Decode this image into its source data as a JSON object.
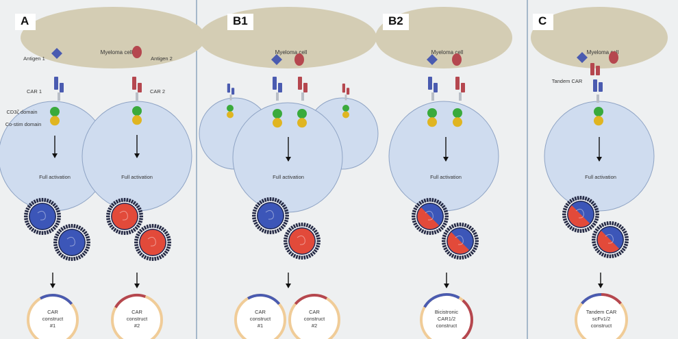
{
  "colors": {
    "background": "#eef0f1",
    "myeloma": "#d4cdb4",
    "tcell": "#cfdcef",
    "tcell_stroke": "#8ea3c4",
    "blue": "#4a5bb0",
    "red": "#b5474f",
    "green": "#3aaa3c",
    "yellow": "#e0b521",
    "plasmid_ring": "#f0cc98",
    "divider": "#7e9ab6"
  },
  "panels": {
    "a": {
      "letter": "A",
      "myeloma_label": "Myeloma cell",
      "antigen1_label": "Antigen 1",
      "antigen2_label": "Antigen 2",
      "car1_label": "CAR 1",
      "car2_label": "CAR 2",
      "cd3_label": "CD3ζ domain",
      "costim_label": "Co-stim  domain",
      "activation_left": "Full activation",
      "activation_right": "Full activation",
      "construct_left": [
        "CAR",
        "construct",
        "#1"
      ],
      "construct_right": [
        "CAR",
        "construct",
        "#2"
      ]
    },
    "b1": {
      "letter": "B1",
      "myeloma_label": "Myeloma cell",
      "activation": "Full activation",
      "construct_left": [
        "CAR",
        "construct",
        "#1"
      ],
      "construct_right": [
        "CAR",
        "construct",
        "#2"
      ]
    },
    "b2": {
      "letter": "B2",
      "myeloma_label": "Myeloma cell",
      "activation": "Full activation",
      "construct": [
        "Bicistronic",
        "CAR1/2",
        "construct"
      ]
    },
    "c": {
      "letter": "C",
      "myeloma_label": "Myeloma cell",
      "tandem_label": "Tandem CAR",
      "activation": "Full activation",
      "construct": [
        "Tandem CAR",
        "scFv1/2",
        "construct"
      ]
    }
  }
}
